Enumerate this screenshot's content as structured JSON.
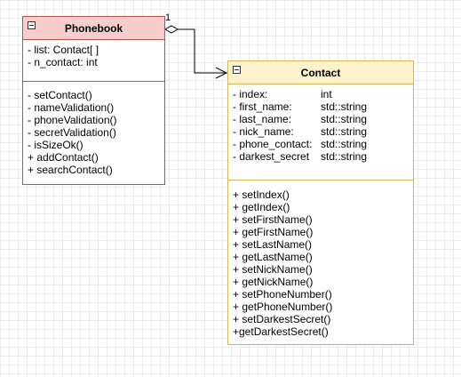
{
  "phonebook": {
    "title": "Phonebook",
    "attributes": [
      "- list: Contact[ ]",
      "- n_contact: int"
    ],
    "methods": [
      "- setContact()",
      "- nameValidation()",
      "- phoneValidation()",
      "- secretValidation()",
      "- isSizeOk()",
      "+ addContact()",
      "+ searchContact()"
    ],
    "fill": "#f8cecc",
    "stroke": "#b85450"
  },
  "contact": {
    "title": "Contact",
    "attributes": [
      {
        "name": "- index:",
        "type": "int"
      },
      {
        "name": "- first_name:",
        "type": "std::string"
      },
      {
        "name": "- last_name:",
        "type": "std::string"
      },
      {
        "name": "- nick_name:",
        "type": "std::string"
      },
      {
        "name": "- phone_contact:",
        "type": "std::string"
      },
      {
        "name": "- darkest_secret",
        "type": "std::string"
      }
    ],
    "methods": [
      "+ setIndex()",
      "+ getIndex()",
      "+ setFirstName()",
      "+ getFirstName()",
      "+ setLastName()",
      "+ getLastName()",
      "+ setNickName()",
      "+ getNickName()",
      "+ setPhoneNumber()",
      "+ getPhoneNumber()",
      "+ setDarkestSecret()",
      "+getDarkestSecret()"
    ],
    "fill": "#fff2cc",
    "stroke": "#d6b656"
  },
  "association": {
    "type": "aggregation",
    "multiplicity": "1"
  }
}
